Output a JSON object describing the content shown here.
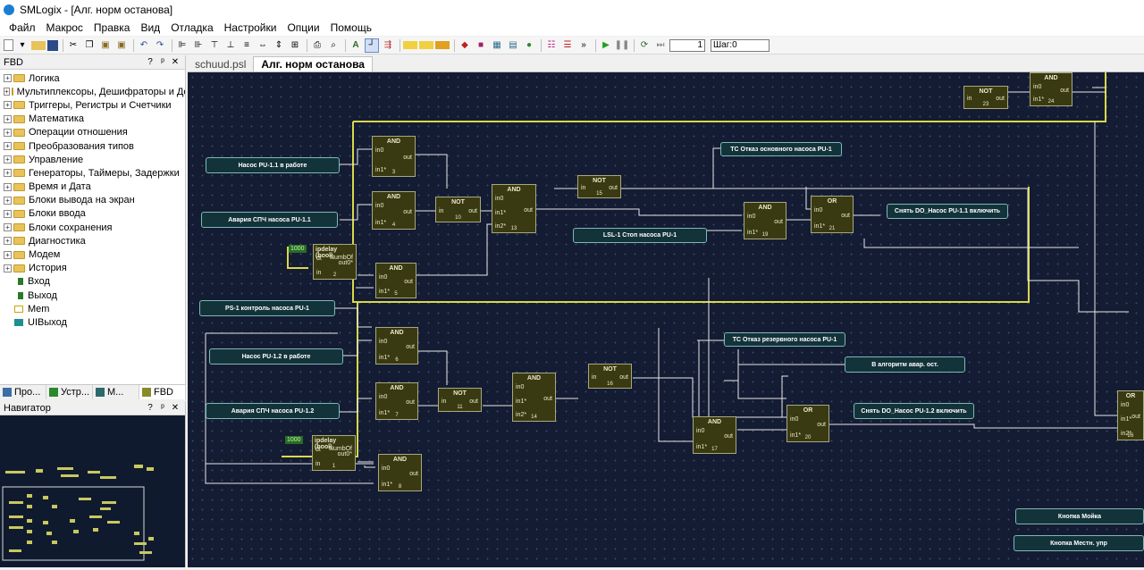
{
  "window": {
    "title": "SMLogix - [Алг. норм останова]"
  },
  "menu": [
    "Файл",
    "Макрос",
    "Правка",
    "Вид",
    "Отладка",
    "Настройки",
    "Опции",
    "Помощь"
  ],
  "toolbar": {
    "step_value": "1",
    "step_label": "Шаг:0",
    "more": "»"
  },
  "fbd_panel": {
    "title": "FBD",
    "pin": "?",
    "float": "ᵖ",
    "close": "✕",
    "tree": [
      {
        "label": "Логика",
        "kind": "folder"
      },
      {
        "label": "Мультиплексоры, Дешифраторы и Де",
        "kind": "folder"
      },
      {
        "label": "Триггеры, Регистры и Счетчики",
        "kind": "folder"
      },
      {
        "label": "Математика",
        "kind": "folder"
      },
      {
        "label": "Операции отношения",
        "kind": "folder"
      },
      {
        "label": "Преобразования типов",
        "kind": "folder"
      },
      {
        "label": "Управление",
        "kind": "folder"
      },
      {
        "label": "Генераторы, Таймеры, Задержки",
        "kind": "folder"
      },
      {
        "label": "Время и Дата",
        "kind": "folder"
      },
      {
        "label": "Блоки вывода на экран",
        "kind": "folder"
      },
      {
        "label": "Блоки ввода",
        "kind": "folder"
      },
      {
        "label": "Блоки сохранения",
        "kind": "folder"
      },
      {
        "label": "Диагностика",
        "kind": "folder"
      },
      {
        "label": "Модем",
        "kind": "folder"
      },
      {
        "label": "История",
        "kind": "folder"
      },
      {
        "label": "Вход",
        "kind": "leaf-green"
      },
      {
        "label": "Выход",
        "kind": "leaf-green"
      },
      {
        "label": "Mem",
        "kind": "leaf-yellow"
      },
      {
        "label": "UIВыход",
        "kind": "leaf-teal"
      }
    ],
    "tabs": [
      "Про...",
      "Устр...",
      "М...",
      "FBD"
    ]
  },
  "navigator": {
    "title": "Навигатор",
    "pin": "?",
    "float": "ᵖ",
    "close": "✕"
  },
  "doc_tabs": [
    "schuud.psl",
    "Алг. норм останова"
  ],
  "diagram": {
    "labels": [
      {
        "id": "l1",
        "text": "Насос PU-1.1 в работе"
      },
      {
        "id": "l2",
        "text": "Авария СПЧ насоса PU-1.1"
      },
      {
        "id": "l3",
        "text": "PS-1 контроль насоса PU-1"
      },
      {
        "id": "l4",
        "text": "Насос PU-1.2 в работе"
      },
      {
        "id": "l5",
        "text": "Авария СПЧ насоса PU-1.2"
      },
      {
        "id": "l6",
        "text": "ТС Отказ основного насоса PU-1"
      },
      {
        "id": "l7",
        "text": "LSL-1 Стоп насоса PU-1"
      },
      {
        "id": "l8",
        "text": "Снять DO_Насос PU-1.1 включить"
      },
      {
        "id": "l9",
        "text": "ТС Отказ резервного насоса PU-1"
      },
      {
        "id": "l10",
        "text": "В алгоритм авар. ост."
      },
      {
        "id": "l11",
        "text": "Снять DO_Насос PU-1.2 включить"
      },
      {
        "id": "l12",
        "text": "Кнопка Мойка"
      },
      {
        "id": "l13",
        "text": "Кнопка Местн. упр"
      }
    ],
    "blocks": [
      {
        "id": "b3",
        "type": "AND",
        "num": "3",
        "pins_in": [
          "in0",
          "in1*"
        ],
        "pin_out": "out"
      },
      {
        "id": "b4",
        "type": "AND",
        "num": "4",
        "pins_in": [
          "in0",
          "in1*"
        ],
        "pin_out": "out"
      },
      {
        "id": "b10",
        "type": "NOT",
        "num": "10",
        "pins_in": [
          "in"
        ],
        "pin_out": "out"
      },
      {
        "id": "b13",
        "type": "AND",
        "num": "13",
        "pins_in": [
          "in0",
          "in1*",
          "in2*"
        ],
        "pin_out": "out"
      },
      {
        "id": "b15",
        "type": "NOT",
        "num": "15",
        "pins_in": [
          "in"
        ],
        "pin_out": "out"
      },
      {
        "id": "b19",
        "type": "AND",
        "num": "19",
        "pins_in": [
          "in0",
          "in1*"
        ],
        "pin_out": "out"
      },
      {
        "id": "b21",
        "type": "OR",
        "num": "21",
        "pins_in": [
          "in0",
          "in1*"
        ],
        "pin_out": "out"
      },
      {
        "id": "b2",
        "type": "ipdelay (bool)",
        "num": "2",
        "pins_in": [
          "dt",
          "in"
        ],
        "pin_out": "out0*",
        "extra": "NumbOf"
      },
      {
        "id": "b5",
        "type": "AND",
        "num": "5",
        "pins_in": [
          "in0",
          "in1*"
        ],
        "pin_out": "out"
      },
      {
        "id": "b23",
        "type": "NOT",
        "num": "23",
        "pins_in": [
          "in"
        ],
        "pin_out": "out"
      },
      {
        "id": "b24",
        "type": "AND",
        "num": "24",
        "pins_in": [
          "in0",
          "in1*"
        ],
        "pin_out": "out"
      },
      {
        "id": "b6",
        "type": "AND",
        "num": "6",
        "pins_in": [
          "in0",
          "in1*"
        ],
        "pin_out": "out"
      },
      {
        "id": "b7",
        "type": "AND",
        "num": "7",
        "pins_in": [
          "in0",
          "in1*"
        ],
        "pin_out": "out"
      },
      {
        "id": "b11",
        "type": "NOT",
        "num": "11",
        "pins_in": [
          "in"
        ],
        "pin_out": "out"
      },
      {
        "id": "b14",
        "type": "AND",
        "num": "14",
        "pins_in": [
          "in0",
          "in1*",
          "in2*"
        ],
        "pin_out": "out"
      },
      {
        "id": "b16",
        "type": "NOT",
        "num": "16",
        "pins_in": [
          "in"
        ],
        "pin_out": "out"
      },
      {
        "id": "b17",
        "type": "AND",
        "num": "17",
        "pins_in": [
          "in0",
          "in1*"
        ],
        "pin_out": "out"
      },
      {
        "id": "b20",
        "type": "OR",
        "num": "20",
        "pins_in": [
          "in0",
          "in1*"
        ],
        "pin_out": "out"
      },
      {
        "id": "b1",
        "type": "ipdelay (bool)",
        "num": "1",
        "pins_in": [
          "dt",
          "in"
        ],
        "pin_out": "out0*",
        "extra": "NumbOf"
      },
      {
        "id": "b8",
        "type": "AND",
        "num": "8",
        "pins_in": [
          "in0",
          "in1*"
        ],
        "pin_out": "out"
      },
      {
        "id": "b26",
        "type": "OR",
        "num": "26",
        "pins_in": [
          "in0",
          "in1*",
          "in2*"
        ],
        "pin_out": "out"
      }
    ],
    "constants": [
      {
        "id": "c2",
        "value": "1000"
      },
      {
        "id": "c1",
        "value": "1000"
      }
    ]
  },
  "colors": {
    "canvas": "#141c33",
    "block": "#3a3a12",
    "label": "#13333a",
    "wire": "#e8e8e8",
    "frame": "#d8d84a",
    "pin": "#e05050"
  }
}
